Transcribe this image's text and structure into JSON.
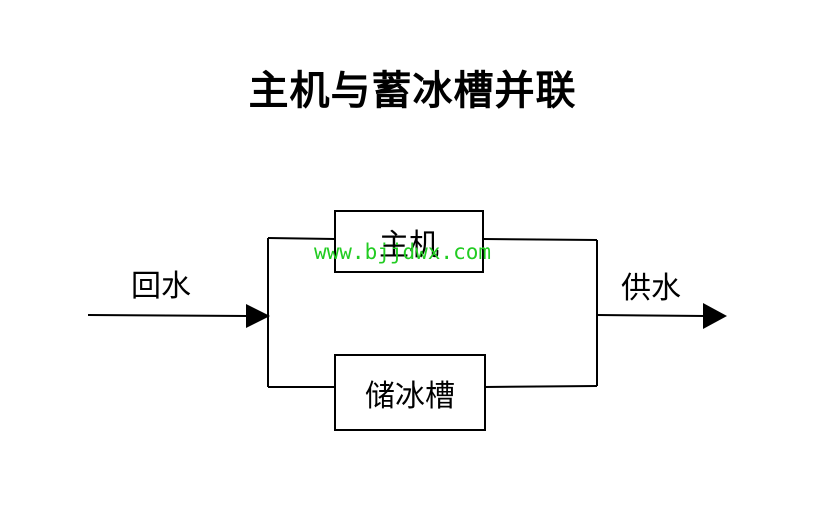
{
  "title": "主机与蓄冰槽并联",
  "nodes": {
    "chiller": "主机",
    "ice_tank": "储冰槽"
  },
  "labels": {
    "inlet": "回水",
    "outlet": "供水"
  },
  "watermark": "www.bjjdwx.com",
  "colors": {
    "line": "#000000",
    "watermark": "#22cc22"
  }
}
